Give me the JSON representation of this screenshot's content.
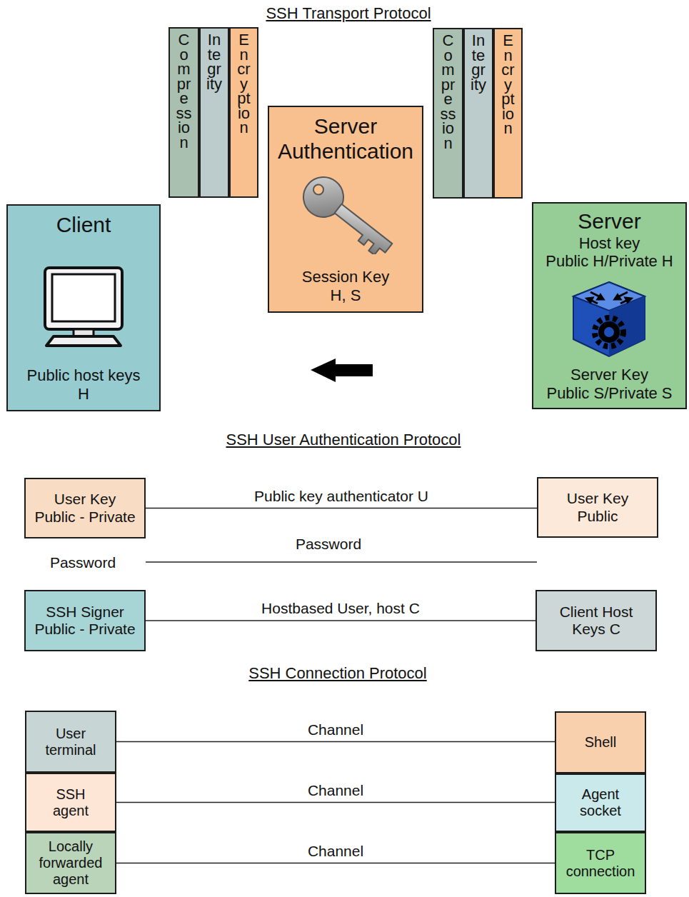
{
  "diagram": {
    "title": "SSH Transport Protocol",
    "nodes": [
      {
        "text": [
          "Client",
          "Public host keys H"
        ]
      },
      {
        "text": [
          "Compression"
        ]
      },
      {
        "text": [
          "Integrity"
        ]
      },
      {
        "text": [
          "Encryption"
        ]
      },
      {
        "text": [
          "Server Authentication",
          "Session Key H, S"
        ]
      },
      {
        "text": [
          "Compression"
        ]
      },
      {
        "text": [
          "Integrity"
        ]
      },
      {
        "text": [
          "Encryption"
        ]
      },
      {
        "text": [
          "Server",
          "Host key",
          "Public H/Private H",
          "Server Key",
          "Public S/Private S"
        ]
      },
      {
        "text": [
          "User Key",
          "Public - Private"
        ]
      },
      {
        "text": [
          "User Key",
          "Public"
        ]
      },
      {
        "text": [
          "SSH Signer",
          "Public - Private"
        ]
      },
      {
        "text": [
          "Client Host Keys C"
        ]
      },
      {
        "text": [
          "User terminal"
        ]
      },
      {
        "text": [
          "SSH agent"
        ]
      },
      {
        "text": [
          "Locally forwarded agent"
        ]
      },
      {
        "text": [
          "Shell"
        ]
      },
      {
        "text": [
          "Agent socket"
        ]
      },
      {
        "text": [
          "TCP connection"
        ]
      }
    ],
    "edges": [
      {
        "from": 9,
        "to": 10,
        "label": "Public key authenticator U",
        "arrow": "none"
      },
      {
        "from": 11,
        "to": 12,
        "label": "Hostbased User, host C",
        "arrow": "none"
      },
      {
        "from": 13,
        "to": 16,
        "label": "Channel",
        "arrow": "none"
      },
      {
        "from": 14,
        "to": 17,
        "label": "Channel",
        "arrow": "none"
      },
      {
        "from": 15,
        "to": 18,
        "label": "Channel",
        "arrow": "none"
      }
    ],
    "labels": [
      "SSH User Authentication Protocol",
      "Password",
      "Password",
      "SSH Connection Protocol"
    ]
  }
}
